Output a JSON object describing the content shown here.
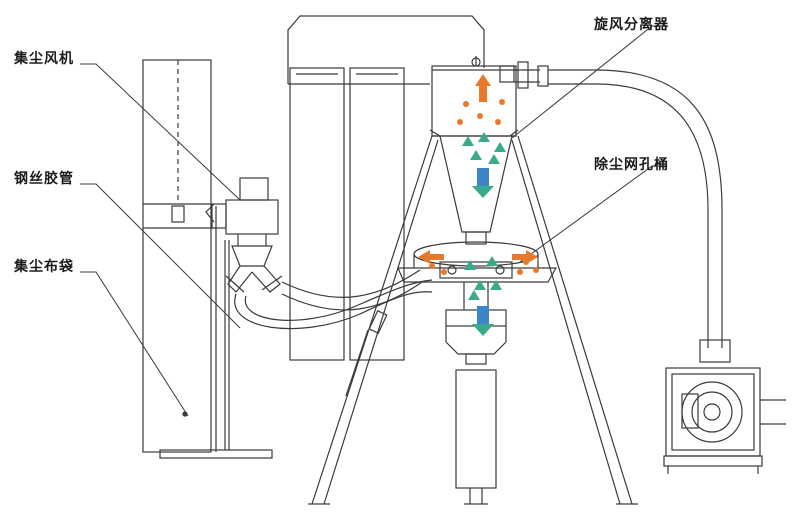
{
  "labels": {
    "dust_fan": "集尘风机",
    "steel_wire_hose": "钢丝胶管",
    "dust_bag": "集尘布袋",
    "cyclone_separator": "旋风分离器",
    "dust_screen_drum": "除尘网孔桶"
  },
  "colors": {
    "line": "#3a3a3a",
    "orange_flow": "#e8782a",
    "green_particles": "#3aaa8a",
    "blue_flow": "#3a86c8"
  },
  "icons": {
    "up_flow": "arrow-up-icon",
    "down_flow": "arrow-down-icon",
    "side_flow": "arrow-side-icon"
  }
}
